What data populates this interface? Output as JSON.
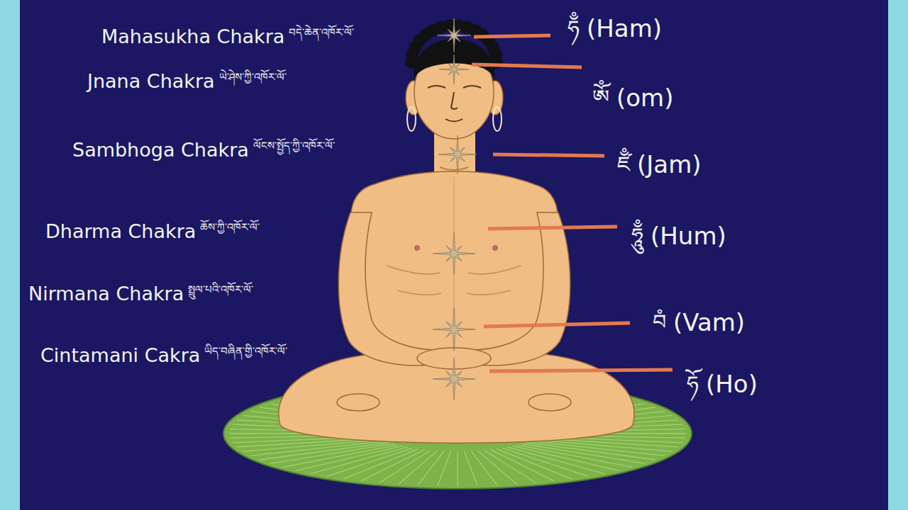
{
  "diagram": {
    "labels": [
      "Mahasukha Chakra",
      "བདེ་ཆེན་འཁོར་ལོ་",
      "ཧྃ",
      "(Ham)",
      "Jnana Chakra",
      "ཡེ་ཤེས་ཀྱི་འཁོར་ལོ་",
      "ཨོཾ",
      "(om)",
      "Sambhoga Chakra",
      "ལོངས་སྤྱོད་ཀྱི་འཁོར་ལོ་",
      "ཛྃ",
      "(Jam)",
      "Dharma Chakra",
      "ཆོས་ཀྱི་འཁོར་ལོ་",
      "ཧཱུྃ",
      "(Hum)",
      "Nirmana Chakra",
      "སྤྲུལ་པའི་འཁོར་ལོ་",
      "བཾ",
      "(Vam)",
      "Cintamani Cakra",
      "ཡིད་བཞིན་གྱི་འཁོར་ལོ་",
      "ཧོ",
      "(Ho)"
    ]
  }
}
